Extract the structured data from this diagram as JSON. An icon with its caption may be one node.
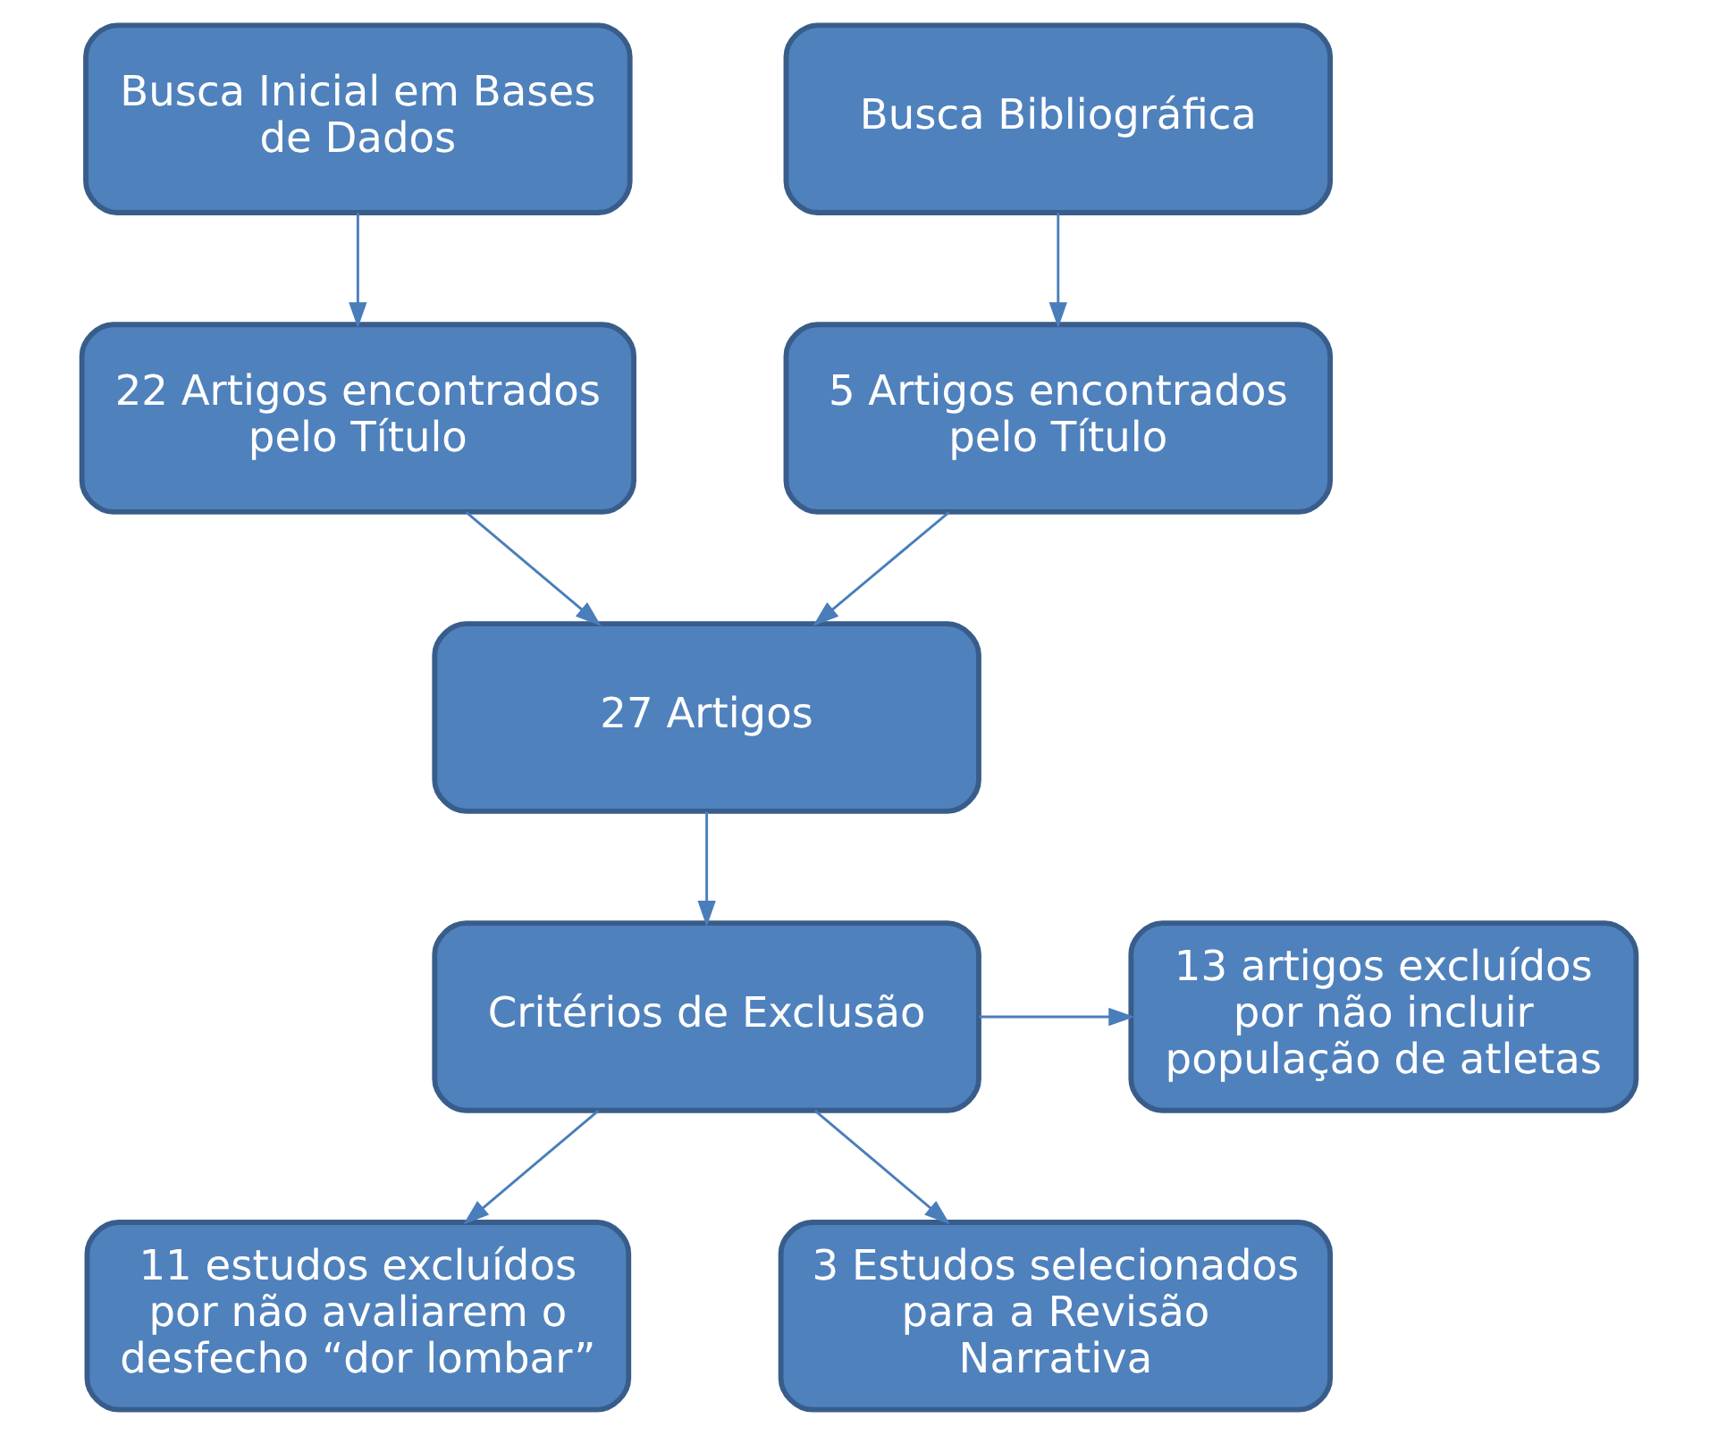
{
  "diagram": {
    "nodes": [
      {
        "text": [
          "Busca Inicial em Bases de Dados"
        ]
      },
      {
        "text": [
          "Busca Bibliográfica"
        ]
      },
      {
        "text": [
          "22 Artigos encontrados pelo Título"
        ]
      },
      {
        "text": [
          "5 Artigos encontrados pelo Título"
        ]
      },
      {
        "text": [
          "27 Artigos"
        ]
      },
      {
        "text": [
          "Critérios de Exclusão"
        ]
      },
      {
        "text": [
          "13 artigos excluídos por não incluir população de atletas"
        ]
      },
      {
        "text": [
          "11 estudos excluídos por não avaliarem o desfecho “dor lombar”"
        ]
      },
      {
        "text": [
          "3 Estudos selecionados para a Revisão Narrativa"
        ]
      }
    ],
    "edges": [
      {
        "from": 0,
        "to": 2,
        "arrow": "to"
      },
      {
        "from": 1,
        "to": 3,
        "arrow": "to"
      },
      {
        "from": 2,
        "to": 4,
        "arrow": "to"
      },
      {
        "from": 3,
        "to": 4,
        "arrow": "to"
      },
      {
        "from": 4,
        "to": 5,
        "arrow": "to"
      },
      {
        "from": 5,
        "to": 6,
        "arrow": "to"
      },
      {
        "from": 5,
        "to": 7,
        "arrow": "to"
      },
      {
        "from": 5,
        "to": 8,
        "arrow": "to"
      }
    ]
  }
}
